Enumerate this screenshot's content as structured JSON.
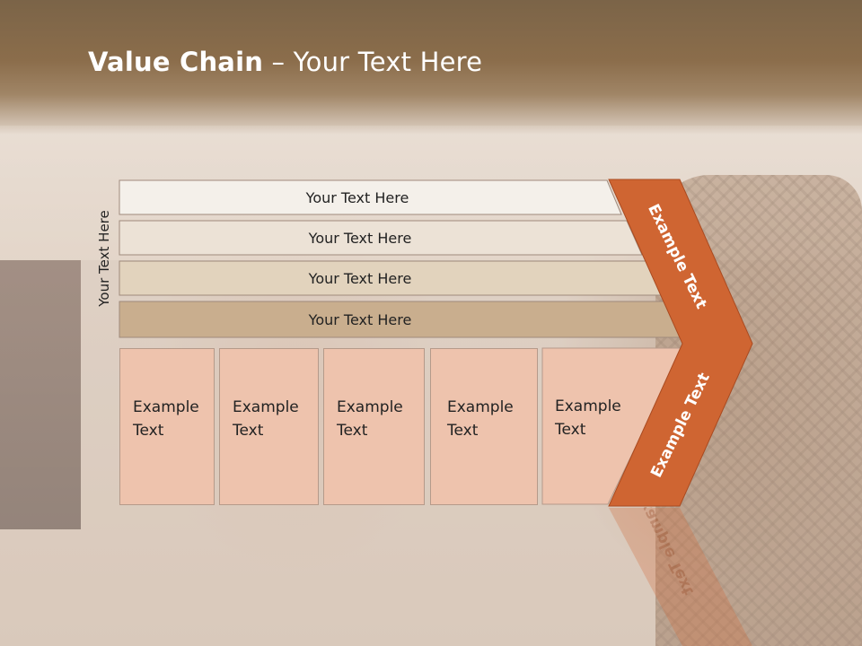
{
  "title": {
    "bold": "Value Chain",
    "rest": " – Your Text Here"
  },
  "side_label": "Your Text Here",
  "bars": [
    {
      "label": "Your Text Here",
      "color": "#f4f0ea"
    },
    {
      "label": "Your Text Here",
      "color": "#ece2d6"
    },
    {
      "label": "Your Text Here",
      "color": "#e2d3bd"
    },
    {
      "label": "Your Text Here",
      "color": "#c9ae8e"
    }
  ],
  "cards": [
    {
      "line1": "Example",
      "line2": "Text"
    },
    {
      "line1": "Example",
      "line2": "Text"
    },
    {
      "line1": "Example",
      "line2": "Text"
    },
    {
      "line1": "Example",
      "line2": "Text"
    },
    {
      "line1": "Example",
      "line2": "Text"
    }
  ],
  "chevron": {
    "top_label": "Example Text",
    "bottom_label": "Example Text",
    "color": "#cf6532"
  }
}
